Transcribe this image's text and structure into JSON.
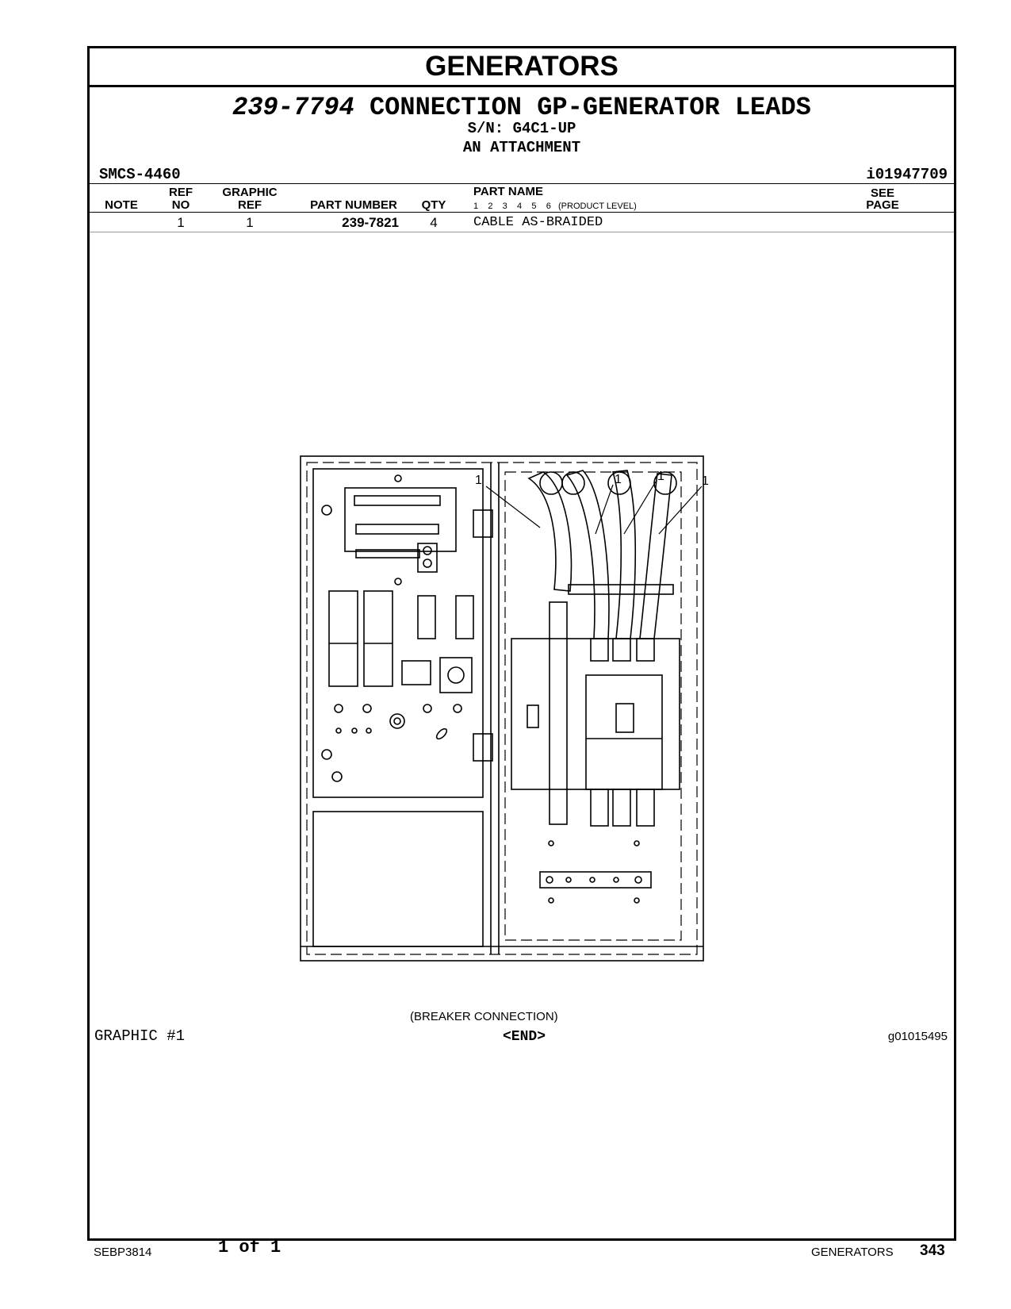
{
  "page": {
    "section_title": "GENERATORS",
    "part_number": "239-7794",
    "part_title": "CONNECTION GP-GENERATOR LEADS",
    "serial": "S/N: G4C1-UP",
    "attachment": "AN ATTACHMENT",
    "smcs": "SMCS-4460",
    "info_id": "i01947709"
  },
  "table": {
    "headers": {
      "note": "NOTE",
      "ref_no_1": "REF",
      "ref_no_2": "NO",
      "graphic_ref_1": "GRAPHIC",
      "graphic_ref_2": "REF",
      "part_number": "PART NUMBER",
      "qty": "QTY",
      "part_name": "PART NAME",
      "product_levels": "1    2    3    4    5    6   (PRODUCT LEVEL)",
      "see_page_1": "SEE",
      "see_page_2": "PAGE"
    },
    "rows": [
      {
        "note": "",
        "ref_no": "1",
        "graphic_ref": "1",
        "part_number": "239-7821",
        "qty": "4",
        "part_name": "CABLE AS-BRAIDED",
        "see_page": ""
      }
    ]
  },
  "graphic": {
    "callouts": [
      "1",
      "1",
      "1",
      "1"
    ],
    "caption": "(BREAKER CONNECTION)",
    "label": "GRAPHIC #1",
    "end_marker": "<END>",
    "graphic_id": "g01015495"
  },
  "footer": {
    "doc_id": "SEBP3814",
    "page_of": "1 of 1",
    "section": "GENERATORS",
    "page_number": "343"
  }
}
